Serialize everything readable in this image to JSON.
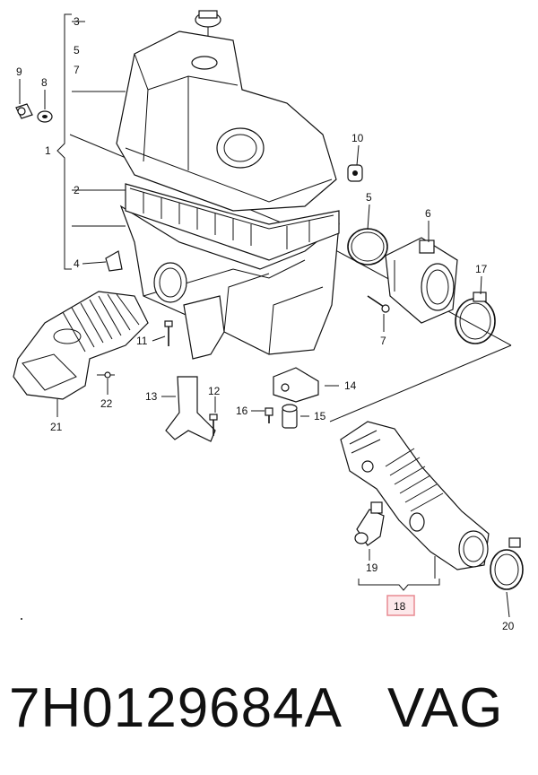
{
  "callouts": {
    "c1": "1",
    "c2": "2",
    "c3": "3",
    "c4": "4",
    "c5a": "5",
    "c5b": "5",
    "c6": "6",
    "c7a": "7",
    "c7b": "7",
    "c8": "8",
    "c9": "9",
    "c10": "10",
    "c11": "11",
    "c12": "12",
    "c13": "13",
    "c14": "14",
    "c15": "15",
    "c16": "16",
    "c17": "17",
    "c18": "18",
    "c19": "19",
    "c20": "20",
    "c21": "21",
    "c22": "22"
  },
  "highlight_color": "#e88a92",
  "footer": {
    "part_number": "7H0129684A",
    "brand": "VAG"
  }
}
